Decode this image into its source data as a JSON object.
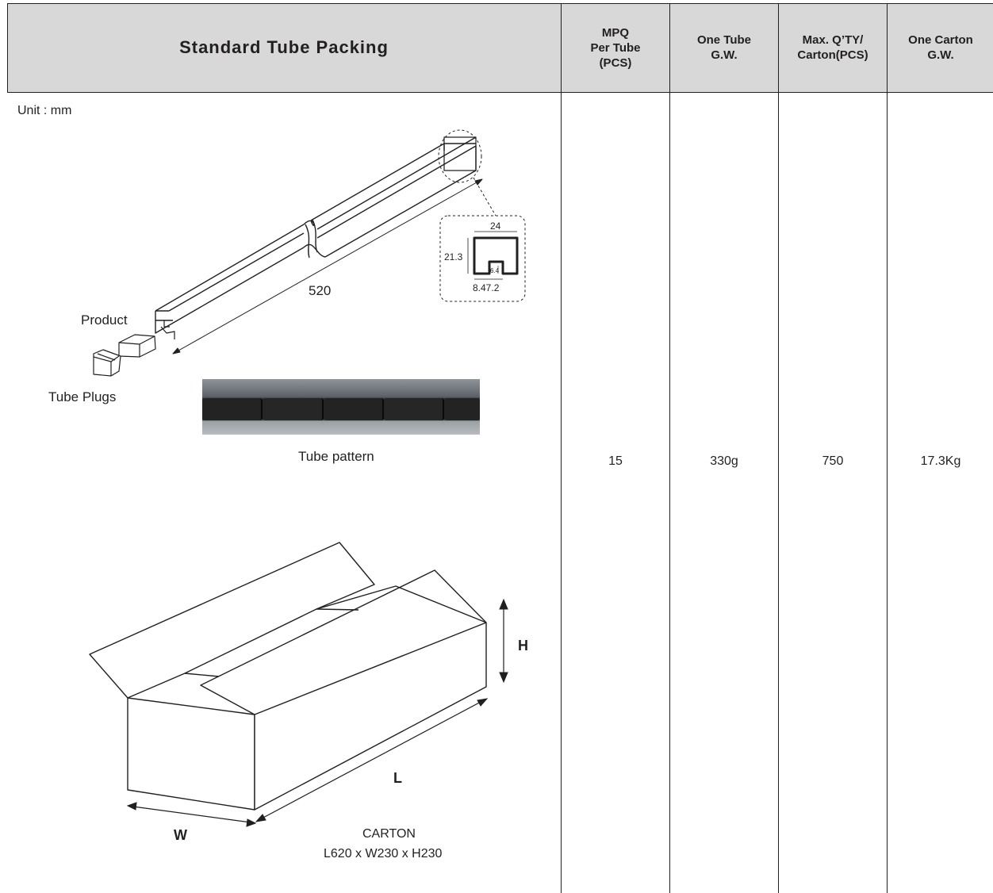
{
  "header": {
    "title": "Standard Tube Packing",
    "mpq_line1": "MPQ",
    "mpq_line2": "Per Tube",
    "mpq_line3": "(PCS)",
    "tube_gw_line1": "One Tube",
    "tube_gw_line2": "G.W.",
    "max_qty_line1": "Max. Q’TY/",
    "max_qty_line2": "Carton(PCS)",
    "carton_gw_line1": "One Carton",
    "carton_gw_line2": "G.W."
  },
  "values": {
    "mpq": "15",
    "tube_gw": "330g",
    "max_qty": "750",
    "carton_gw": "17.3Kg"
  },
  "drawing": {
    "unit": "Unit : mm",
    "tube_length": "520",
    "product_label": "Product",
    "plugs_label": "Tube Plugs",
    "pattern_label": "Tube pattern",
    "section_width": "24",
    "section_height": "21.3",
    "section_slot": "6.4",
    "section_bottom": "8.47.2",
    "carton_h": "H",
    "carton_l": "L",
    "carton_w": "W",
    "carton_title": "CARTON",
    "carton_dims": "L620 x W230 x H230"
  }
}
